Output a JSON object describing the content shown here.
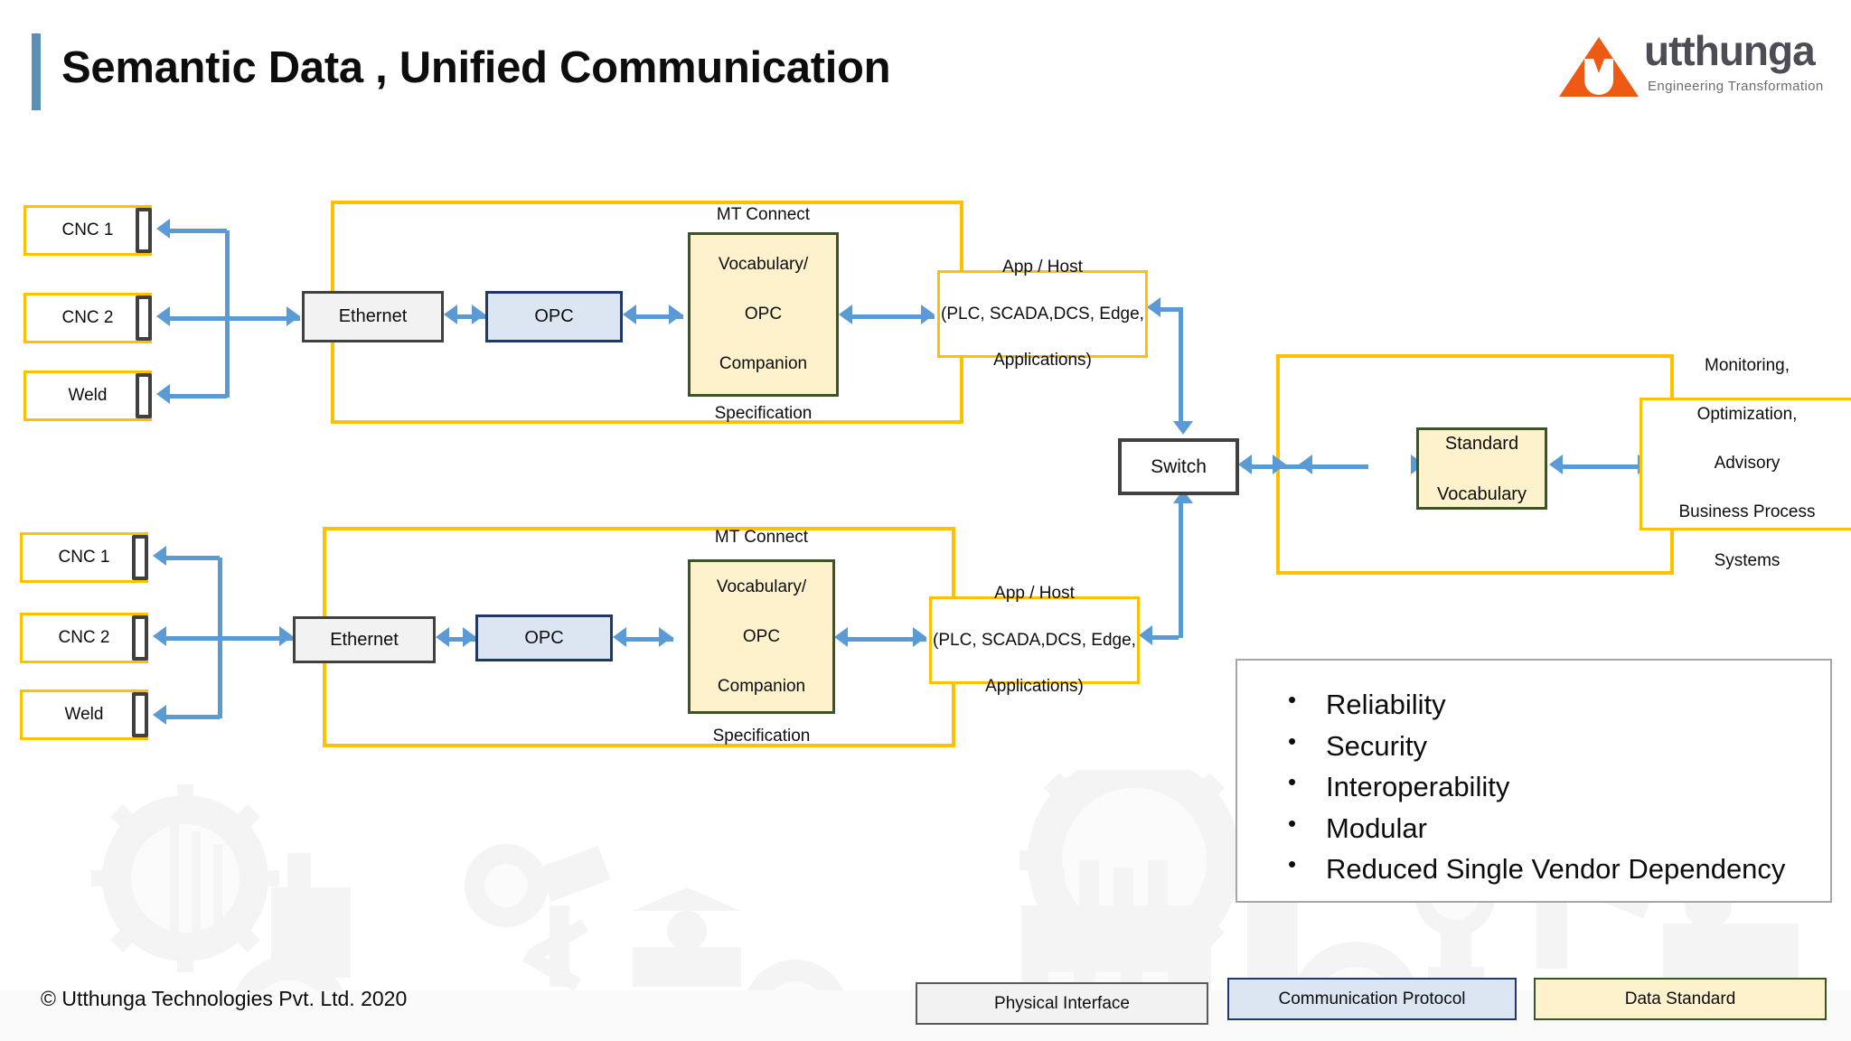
{
  "header": {
    "title": "Semantic Data , Unified Communication",
    "accent_color": "#5b8fb9"
  },
  "logo": {
    "word": "utthunga",
    "tagline": "Engineering Transformation",
    "mark_color": "#ee5a14",
    "word_color": "#4d4d55"
  },
  "diagram": {
    "top_line": {
      "devices": [
        {
          "label": "CNC 1"
        },
        {
          "label": "CNC 2"
        },
        {
          "label": "Weld"
        }
      ],
      "ethernet": "Ethernet",
      "opc": "OPC",
      "spec": "MT Connect Vocabulary/ OPC Companion Specification",
      "spec_lines": [
        "MT Connect",
        "Vocabulary/",
        "OPC",
        "Companion",
        "Specification"
      ],
      "app_lines": [
        "App / Host",
        "(PLC, SCADA,DCS, Edge,",
        "Applications)"
      ]
    },
    "bottom_line": {
      "devices": [
        {
          "label": "CNC 1"
        },
        {
          "label": "CNC 2"
        },
        {
          "label": "Weld"
        }
      ],
      "ethernet": "Ethernet",
      "opc": "OPC",
      "spec_lines": [
        "MT Connect",
        "Vocabulary/",
        "OPC",
        "Companion",
        "Specification"
      ],
      "app_lines": [
        "App / Host",
        "(PLC, SCADA,DCS, Edge,",
        "Applications)"
      ]
    },
    "switch": "Switch",
    "standard_vocabulary_lines": [
      "Standard",
      "Vocabulary"
    ],
    "monitoring_lines": [
      "Monitoring,",
      "Optimization,",
      "Advisory",
      "Business Process",
      "Systems"
    ]
  },
  "benefits": {
    "items": [
      "Reliability",
      "Security",
      "Interoperability",
      "Modular",
      "Reduced Single Vendor Dependency"
    ]
  },
  "legend": [
    {
      "label": "Physical Interface",
      "fill": "#f2f2f2",
      "border": "#595959"
    },
    {
      "label": "Communication Protocol",
      "fill": "#dce6f2",
      "border": "#1f3864"
    },
    {
      "label": "Data Standard",
      "fill": "#fdf2cc",
      "border": "#375623"
    }
  ],
  "footer": {
    "copyright": "© Utthunga Technologies Pvt. Ltd. 2020"
  }
}
